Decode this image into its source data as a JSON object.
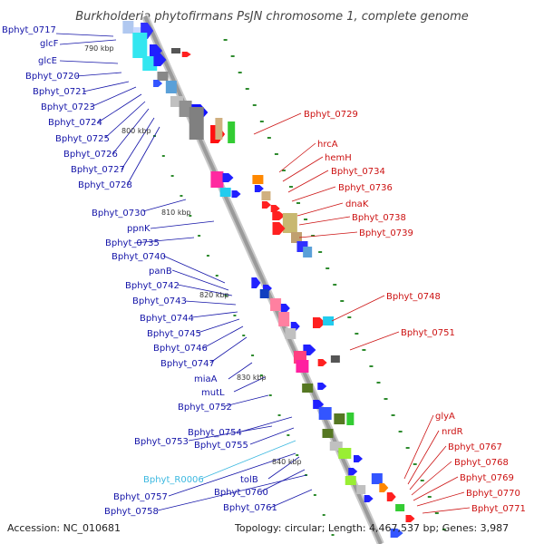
{
  "title": "Burkholderia phytofirmans PsJN chromosome 1, complete genome",
  "footer": {
    "accession": "Accession: NC_010681",
    "topology": "Topology: circular; Length: 4,467,537 bp; Genes: 3,987"
  },
  "colors": {
    "left_label": "#1414a8",
    "right_label": "#cc1111",
    "rna_label": "#3bb8e0",
    "backbone": "#9a9a9a",
    "tick": "#2e8b2e"
  },
  "kbp_markers": [
    "790 kbp",
    "800 kbp",
    "810 kbp",
    "820 kbp",
    "830 kbp",
    "840 kbp"
  ],
  "genes_left": [
    "Bphyt_0717",
    "glcF",
    "glcE",
    "Bphyt_0720",
    "Bphyt_0721",
    "Bphyt_0723",
    "Bphyt_0724",
    "Bphyt_0725",
    "Bphyt_0726",
    "Bphyt_0727",
    "Bphyt_0728",
    "Bphyt_0730",
    "ppnK",
    "Bphyt_0735",
    "Bphyt_0740",
    "panB",
    "Bphyt_0742",
    "Bphyt_0743",
    "Bphyt_0744",
    "Bphyt_0745",
    "Bphyt_0746",
    "Bphyt_0747",
    "miaA",
    "mutL",
    "Bphyt_0752",
    "Bphyt_0754",
    "Bphyt_0753",
    "Bphyt_0755",
    "Bphyt_R0006",
    "tolB",
    "Bphyt_0757",
    "Bphyt_0760",
    "Bphyt_0758",
    "Bphyt_0761"
  ],
  "genes_right": [
    "Bphyt_0729",
    "hrcA",
    "hemH",
    "Bphyt_0734",
    "Bphyt_0736",
    "dnaK",
    "Bphyt_0738",
    "Bphyt_0739",
    "Bphyt_0748",
    "Bphyt_0751",
    "glyA",
    "nrdR",
    "Bphyt_0767",
    "Bphyt_0768",
    "Bphyt_0769",
    "Bphyt_0770",
    "Bphyt_0771"
  ]
}
